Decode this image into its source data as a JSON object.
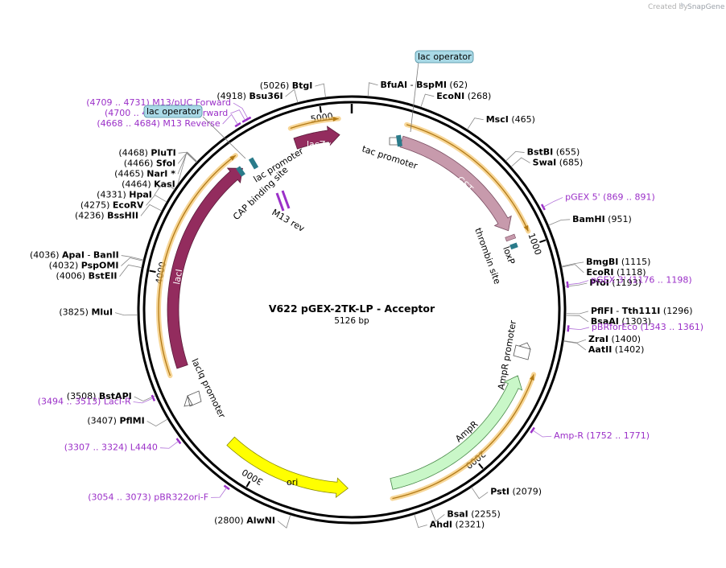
{
  "credit": {
    "created_by": "Created by",
    "brand": "SnapGene"
  },
  "plasmid": {
    "name": "V622 pGEX-2TK-LP - Acceptor",
    "length": "5126 bp",
    "bp": 5126
  },
  "ticks": [
    {
      "label": "1000",
      "bp": 1000
    },
    {
      "label": "2000",
      "bp": 2000
    },
    {
      "label": "3000",
      "bp": 3000
    },
    {
      "label": "4000",
      "bp": 4000
    },
    {
      "label": "5000",
      "bp": 5000
    }
  ],
  "sites": [
    {
      "name": "BtgI",
      "pos": "(5026)",
      "bp": 5026,
      "side": "left"
    },
    {
      "name": "Bsu36I",
      "pos": "(4918)",
      "bp": 4918,
      "side": "left"
    },
    {
      "name": "BfuAI",
      "name2": "BspMI",
      "pos": "(62)",
      "bp": 62,
      "side": "right"
    },
    {
      "name": "EcoNI",
      "pos": "(268)",
      "bp": 268,
      "side": "right"
    },
    {
      "name": "MscI",
      "pos": "(465)",
      "bp": 465,
      "side": "right"
    },
    {
      "name": "BstBI",
      "pos": "(655)",
      "bp": 655,
      "side": "right"
    },
    {
      "name": "SwaI",
      "pos": "(685)",
      "bp": 685,
      "side": "right"
    },
    {
      "name": "BamHI",
      "pos": "(951)",
      "bp": 951,
      "side": "right"
    },
    {
      "name": "BmgBI",
      "pos": "(1115)",
      "bp": 1115,
      "side": "right"
    },
    {
      "name": "EcoRI",
      "pos": "(1118)",
      "bp": 1118,
      "side": "right"
    },
    {
      "name": "PfoI",
      "pos": "(1193)",
      "bp": 1193,
      "side": "right"
    },
    {
      "name": "PflFI",
      "name2": "Tth111I",
      "pos": "(1296)",
      "bp": 1296,
      "side": "right"
    },
    {
      "name": "BsaAI",
      "pos": "(1303)",
      "bp": 1303,
      "side": "right"
    },
    {
      "name": "ZraI",
      "pos": "(1400)",
      "bp": 1400,
      "side": "right"
    },
    {
      "name": "AatII",
      "pos": "(1402)",
      "bp": 1402,
      "side": "right"
    },
    {
      "name": "PstI",
      "pos": "(2079)",
      "bp": 2079,
      "side": "right"
    },
    {
      "name": "BsaI",
      "pos": "(2255)",
      "bp": 2255,
      "side": "right"
    },
    {
      "name": "AhdI",
      "pos": "(2321)",
      "bp": 2321,
      "side": "right"
    },
    {
      "name": "AlwNI",
      "pos": "(2800)",
      "bp": 2800,
      "side": "left"
    },
    {
      "name": "PflMI",
      "pos": "(3407)",
      "bp": 3407,
      "side": "left"
    },
    {
      "name": "BstAPI",
      "pos": "(3508)",
      "bp": 3508,
      "side": "left"
    },
    {
      "name": "MluI",
      "pos": "(3825)",
      "bp": 3825,
      "side": "left"
    },
    {
      "name": "BstEII",
      "pos": "(4006)",
      "bp": 4006,
      "side": "left"
    },
    {
      "name": "PspOMI",
      "pos": "(4032)",
      "bp": 4032,
      "side": "left"
    },
    {
      "name": "ApaI",
      "name2": "BanII",
      "pos": "(4036)",
      "bp": 4036,
      "side": "left"
    },
    {
      "name": "BssHII",
      "pos": "(4236)",
      "bp": 4236,
      "side": "left"
    },
    {
      "name": "EcoRV",
      "pos": "(4275)",
      "bp": 4275,
      "side": "left"
    },
    {
      "name": "HpaI",
      "pos": "(4331)",
      "bp": 4331,
      "side": "left"
    },
    {
      "name": "KasI",
      "pos": "(4464)",
      "bp": 4464,
      "side": "left"
    },
    {
      "name": "NarI *",
      "pos": "(4465)",
      "bp": 4465,
      "side": "left"
    },
    {
      "name": "SfoI",
      "pos": "(4466)",
      "bp": 4466,
      "side": "left"
    },
    {
      "name": "PluTI",
      "pos": "(4468)",
      "bp": 4468,
      "side": "left"
    }
  ],
  "primers": [
    {
      "name": "M13/pUC Forward",
      "range": "(4709 .. 4731)",
      "bp": 4720,
      "side": "left"
    },
    {
      "name": "M13 Forward",
      "range": "(4700 .. 4717)",
      "bp": 4708,
      "side": "left"
    },
    {
      "name": "M13 Reverse",
      "range": "(4668 .. 4684)",
      "bp": 4676,
      "side": "left"
    },
    {
      "name": "pGEX 5'",
      "range": "(869 .. 891)",
      "bp": 880,
      "side": "right"
    },
    {
      "name": "pGEX 3'",
      "range": "(1176 .. 1198)",
      "bp": 1187,
      "side": "right"
    },
    {
      "name": "pBRforEco",
      "range": "(1343 .. 1361)",
      "bp": 1352,
      "side": "right"
    },
    {
      "name": "Amp-R",
      "range": "(1752 .. 1771)",
      "bp": 1761,
      "side": "right"
    },
    {
      "name": "pBR322ori-F",
      "range": "(3054 .. 3073)",
      "bp": 3063,
      "side": "left"
    },
    {
      "name": "L4440",
      "range": "(3307 .. 3324)",
      "bp": 3315,
      "side": "left"
    },
    {
      "name": "LacI-R",
      "range": "(3494 .. 3513)",
      "bp": 3503,
      "side": "left"
    }
  ],
  "features": {
    "lacZa": "lacZα",
    "gst": "GST",
    "laci": "lacI",
    "ori": "ori",
    "ampr": "AmpR",
    "ampr_promoter": "AmpR promoter",
    "laciq_promoter": "lacIq promoter",
    "tac_promoter": "tac promoter",
    "lac_promoter": "lac promoter",
    "cap_site": "CAP binding site",
    "m13_rev": "M13 rev",
    "thrombin_site": "thrombin site",
    "loxp": "loxP",
    "lac_operator_1": "lac operator",
    "lac_operator_2": "lac operator"
  },
  "colors": {
    "backbone": "#000000",
    "lacZa": "#932c5e",
    "laci": "#932c5e",
    "gst": "#c79aac",
    "ampr": "#c9f7c8",
    "ori": "#ffff00",
    "orf_glow": "#f4c56b",
    "orf_line": "#d79a28",
    "primer": "#9b30c8",
    "operator": "#2a7b8a",
    "operator_box": "#a9d9e6"
  }
}
